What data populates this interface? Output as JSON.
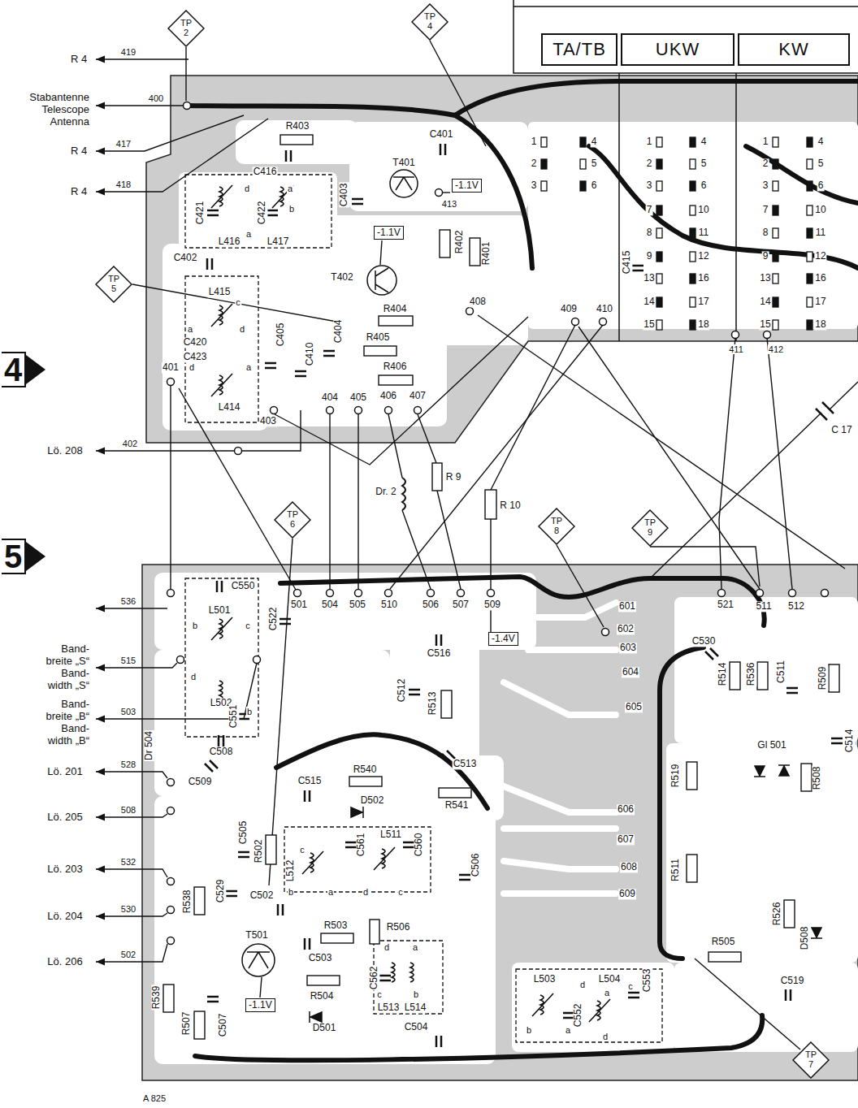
{
  "diagram": {
    "nodes": [
      {
        "text": [
          "TP 2"
        ]
      },
      {
        "text": [
          "TP 4"
        ]
      },
      {
        "text": [
          "TA/TB"
        ]
      },
      {
        "text": [
          "UKW"
        ]
      },
      {
        "text": [
          "KW"
        ]
      },
      {
        "text": [
          "TP 5"
        ]
      },
      {
        "text": [
          "-1.1V"
        ]
      },
      {
        "text": [
          "-1.1V"
        ]
      },
      {
        "text": [
          "4"
        ]
      },
      {
        "text": [
          "5"
        ]
      },
      {
        "text": [
          "TP 6"
        ]
      },
      {
        "text": [
          "TP 8"
        ]
      },
      {
        "text": [
          "TP 9"
        ]
      },
      {
        "text": [
          "-1.4V"
        ]
      },
      {
        "text": [
          "-1.1V"
        ]
      },
      {
        "text": [
          "TP 7"
        ]
      }
    ],
    "labels": [
      "R 4",
      "419",
      "Stabantenne Telescope Antenna",
      "400",
      "R 4",
      "417",
      "R 4",
      "418",
      "Lö. 208",
      "402",
      "536",
      "Band- breite „S“ Band- width „S“",
      "515",
      "Band- breite „B“ Band- width „B“",
      "503",
      "Lö. 201",
      "528",
      "Lö. 205",
      "508",
      "Lö. 203",
      "532",
      "Lö. 204",
      "530",
      "Lö. 206",
      "502",
      "A 825",
      "R403",
      "C416",
      "C401",
      "T401",
      "C403",
      "C421",
      "L416",
      "C422",
      "L417",
      "R402",
      "R401",
      "T402",
      "C402",
      "L415",
      "C420",
      "C423",
      "L414",
      "C405",
      "C410",
      "C404",
      "R404",
      "R405",
      "R406",
      "401",
      "403",
      "404",
      "405",
      "406",
      "407",
      "408",
      "409",
      "410",
      "411",
      "412",
      "413",
      "C415",
      "C 17",
      "Dr. 2",
      "R 9",
      "R 10",
      "501",
      "504",
      "505",
      "510",
      "506",
      "507",
      "509",
      "521",
      "511",
      "512",
      "601",
      "602",
      "603",
      "604",
      "605",
      "606",
      "607",
      "608",
      "609",
      "C550",
      "L501",
      "C522",
      "L502",
      "C551",
      "C516",
      "C512",
      "R513",
      "C513",
      "Dr 504",
      "C508",
      "C509",
      "C515",
      "R540",
      "D502",
      "R541",
      "C505",
      "R502",
      "L512",
      "C561",
      "L511",
      "C560",
      "C529",
      "R538",
      "C502",
      "R503",
      "R506",
      "T501",
      "C503",
      "C562",
      "L513",
      "L514",
      "R504",
      "D501",
      "C504",
      "C506",
      "R539",
      "R507",
      "C507",
      "L503",
      "L504",
      "C552",
      "C553",
      "C530",
      "R514",
      "R536",
      "C511",
      "R509",
      "C514",
      "Gl 501",
      "R508",
      "R519",
      "R511",
      "R526",
      "D508",
      "R505",
      "C519",
      "d",
      "a",
      "b",
      "a",
      "c",
      "a",
      "d",
      "d",
      "a",
      "b",
      "c",
      "d",
      "b",
      "c",
      "b",
      "a",
      "d",
      "c",
      "d",
      "a",
      "b",
      "c",
      "b",
      "a",
      "d",
      "a",
      "d",
      "c",
      "1",
      "2",
      "3",
      "4",
      "5",
      "6",
      "1",
      "2",
      "3",
      "7",
      "8",
      "9",
      "13",
      "14",
      "15",
      "4",
      "5",
      "6",
      "10",
      "11",
      "12",
      "16",
      "17",
      "18",
      "1",
      "2",
      "3",
      "7",
      "8",
      "9",
      "13",
      "14",
      "15",
      "4",
      "5",
      "6",
      "10",
      "11",
      "12",
      "16",
      "17",
      "18"
    ]
  }
}
